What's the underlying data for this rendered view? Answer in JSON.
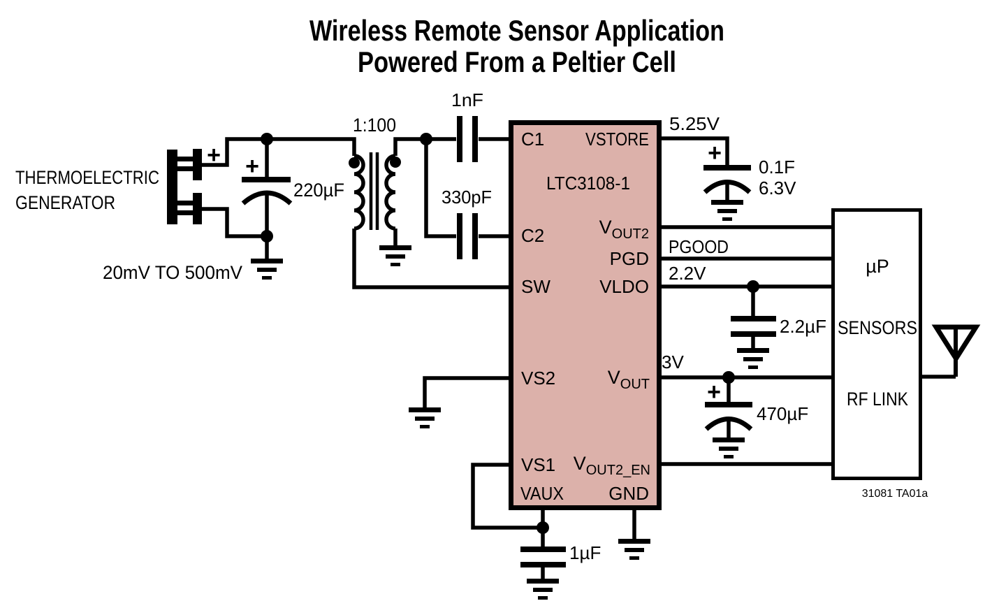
{
  "title": {
    "line1": "Wireless Remote Sensor Application",
    "line2": "Powered From a Peltier Cell"
  },
  "teg": {
    "label_line1": "THERMOELECTRIC",
    "label_line2": "GENERATOR",
    "range": "20mV TO 500mV",
    "plus": "+"
  },
  "transformer": {
    "ratio": "1:100"
  },
  "caps": {
    "c_in": {
      "value": "220µF",
      "plus": "+"
    },
    "c_c1": {
      "value": "1nF"
    },
    "c_c2": {
      "value": "330pF"
    },
    "c_store": {
      "value": "0.1F",
      "rating": "6.3V",
      "plus": "+"
    },
    "c_vldo": {
      "value": "2.2µF"
    },
    "c_vout": {
      "value": "470µF",
      "plus": "+"
    },
    "c_vaux": {
      "value": "1µF"
    }
  },
  "ic": {
    "part": "LTC3108-1",
    "pins": {
      "c1": "C1",
      "c2": "C2",
      "sw": "SW",
      "vs2": "VS2",
      "vs1": "VS1",
      "vaux": "VAUX",
      "vstore": "VSTORE",
      "pgd": "PGD",
      "vldo": "VLDO",
      "gnd": "GND",
      "vout2": {
        "main": "V",
        "sub": "OUT2"
      },
      "vout": {
        "main": "V",
        "sub": "OUT"
      },
      "vout2_en": {
        "main": "V",
        "sub": "OUT2_EN"
      }
    }
  },
  "rails": {
    "vstore": "5.25V",
    "pgood": "PGOOD",
    "vldo": "2.2V",
    "vout": "3V"
  },
  "mcu": {
    "line1": "µP",
    "line2": "SENSORS",
    "line3": "RF LINK"
  },
  "note": "31081 TA01a",
  "colors": {
    "ic_fill": "#dcb1aa",
    "line": "#000000"
  }
}
